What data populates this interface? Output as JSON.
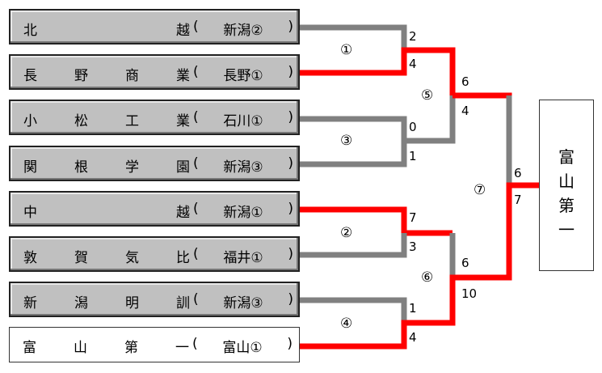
{
  "colors": {
    "winner_line": "#ff0000",
    "loser_line": "#808080",
    "team_box": "#c0c0c0"
  },
  "teams": [
    {
      "name": [
        "北",
        "越"
      ],
      "pref": "新潟②"
    },
    {
      "name": [
        "長",
        "野",
        "商",
        "業"
      ],
      "pref": "長野①"
    },
    {
      "name": [
        "小",
        "松",
        "工",
        "業"
      ],
      "pref": "石川①"
    },
    {
      "name": [
        "関",
        "根",
        "学",
        "園"
      ],
      "pref": "新潟③"
    },
    {
      "name": [
        "中",
        "越"
      ],
      "pref": "新潟①"
    },
    {
      "name": [
        "敦",
        "賀",
        "気",
        "比"
      ],
      "pref": "福井①"
    },
    {
      "name": [
        "新",
        "潟",
        "明",
        "訓"
      ],
      "pref": "新潟③"
    },
    {
      "name": [
        "富",
        "山",
        "第",
        "一"
      ],
      "pref": "富山①"
    }
  ],
  "match_labels": [
    "①",
    "③",
    "②",
    "④",
    "⑤",
    "⑥",
    "⑦"
  ],
  "scores": [
    "2",
    "4",
    "0",
    "1",
    "7",
    "3",
    "1",
    "4",
    "6",
    "4",
    "6",
    "10",
    "6",
    "7"
  ],
  "champion": [
    "富",
    "山",
    "第",
    "一"
  ],
  "open_paren": "(",
  "close_paren": ")"
}
